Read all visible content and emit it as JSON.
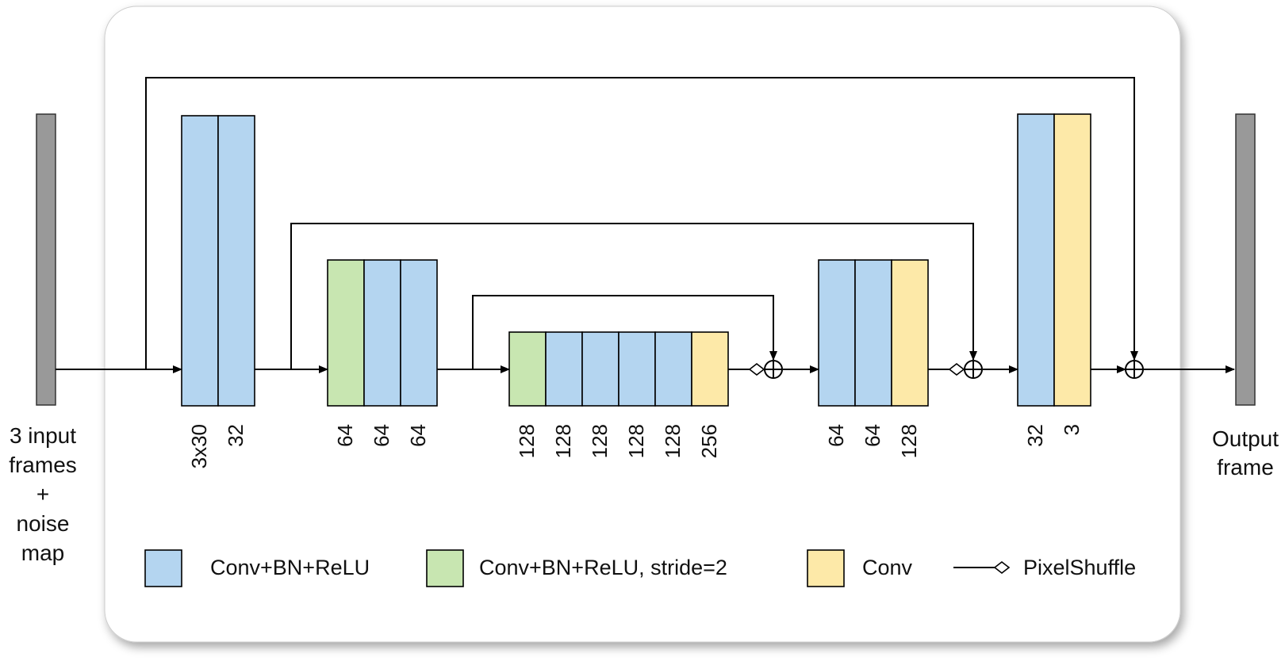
{
  "input_label": [
    "3 input",
    "frames",
    "+",
    "noise",
    "map"
  ],
  "output_label": [
    "Output",
    "frame"
  ],
  "colors": {
    "conv_bn_relu": "#b4d5f0",
    "conv_bn_relu_stride2": "#c8e6b1",
    "conv": "#fde9a8",
    "io": "#999999",
    "line": "#000000"
  },
  "blocks": [
    {
      "name": "encoder-block-1",
      "layers": [
        {
          "type": "conv_bn_relu",
          "channels": "3x30"
        },
        {
          "type": "conv_bn_relu",
          "channels": "32"
        }
      ]
    },
    {
      "name": "encoder-block-2",
      "layers": [
        {
          "type": "conv_bn_relu_stride2",
          "channels": "64"
        },
        {
          "type": "conv_bn_relu",
          "channels": "64"
        },
        {
          "type": "conv_bn_relu",
          "channels": "64"
        }
      ]
    },
    {
      "name": "bottleneck-block",
      "layers": [
        {
          "type": "conv_bn_relu_stride2",
          "channels": "128"
        },
        {
          "type": "conv_bn_relu",
          "channels": "128"
        },
        {
          "type": "conv_bn_relu",
          "channels": "128"
        },
        {
          "type": "conv_bn_relu",
          "channels": "128"
        },
        {
          "type": "conv_bn_relu",
          "channels": "128"
        },
        {
          "type": "conv",
          "channels": "256"
        }
      ]
    },
    {
      "name": "decoder-block-1",
      "layers": [
        {
          "type": "conv_bn_relu",
          "channels": "64"
        },
        {
          "type": "conv_bn_relu",
          "channels": "64"
        },
        {
          "type": "conv",
          "channels": "128"
        }
      ]
    },
    {
      "name": "decoder-block-2",
      "layers": [
        {
          "type": "conv_bn_relu",
          "channels": "32"
        },
        {
          "type": "conv",
          "channels": "3"
        }
      ]
    }
  ],
  "legend": [
    {
      "type": "conv_bn_relu",
      "label": "Conv+BN+ReLU"
    },
    {
      "type": "conv_bn_relu_stride2",
      "label": "Conv+BN+ReLU, stride=2"
    },
    {
      "type": "conv",
      "label": "Conv"
    },
    {
      "type": "pixelshuffle",
      "label": "PixelShuffle"
    }
  ]
}
